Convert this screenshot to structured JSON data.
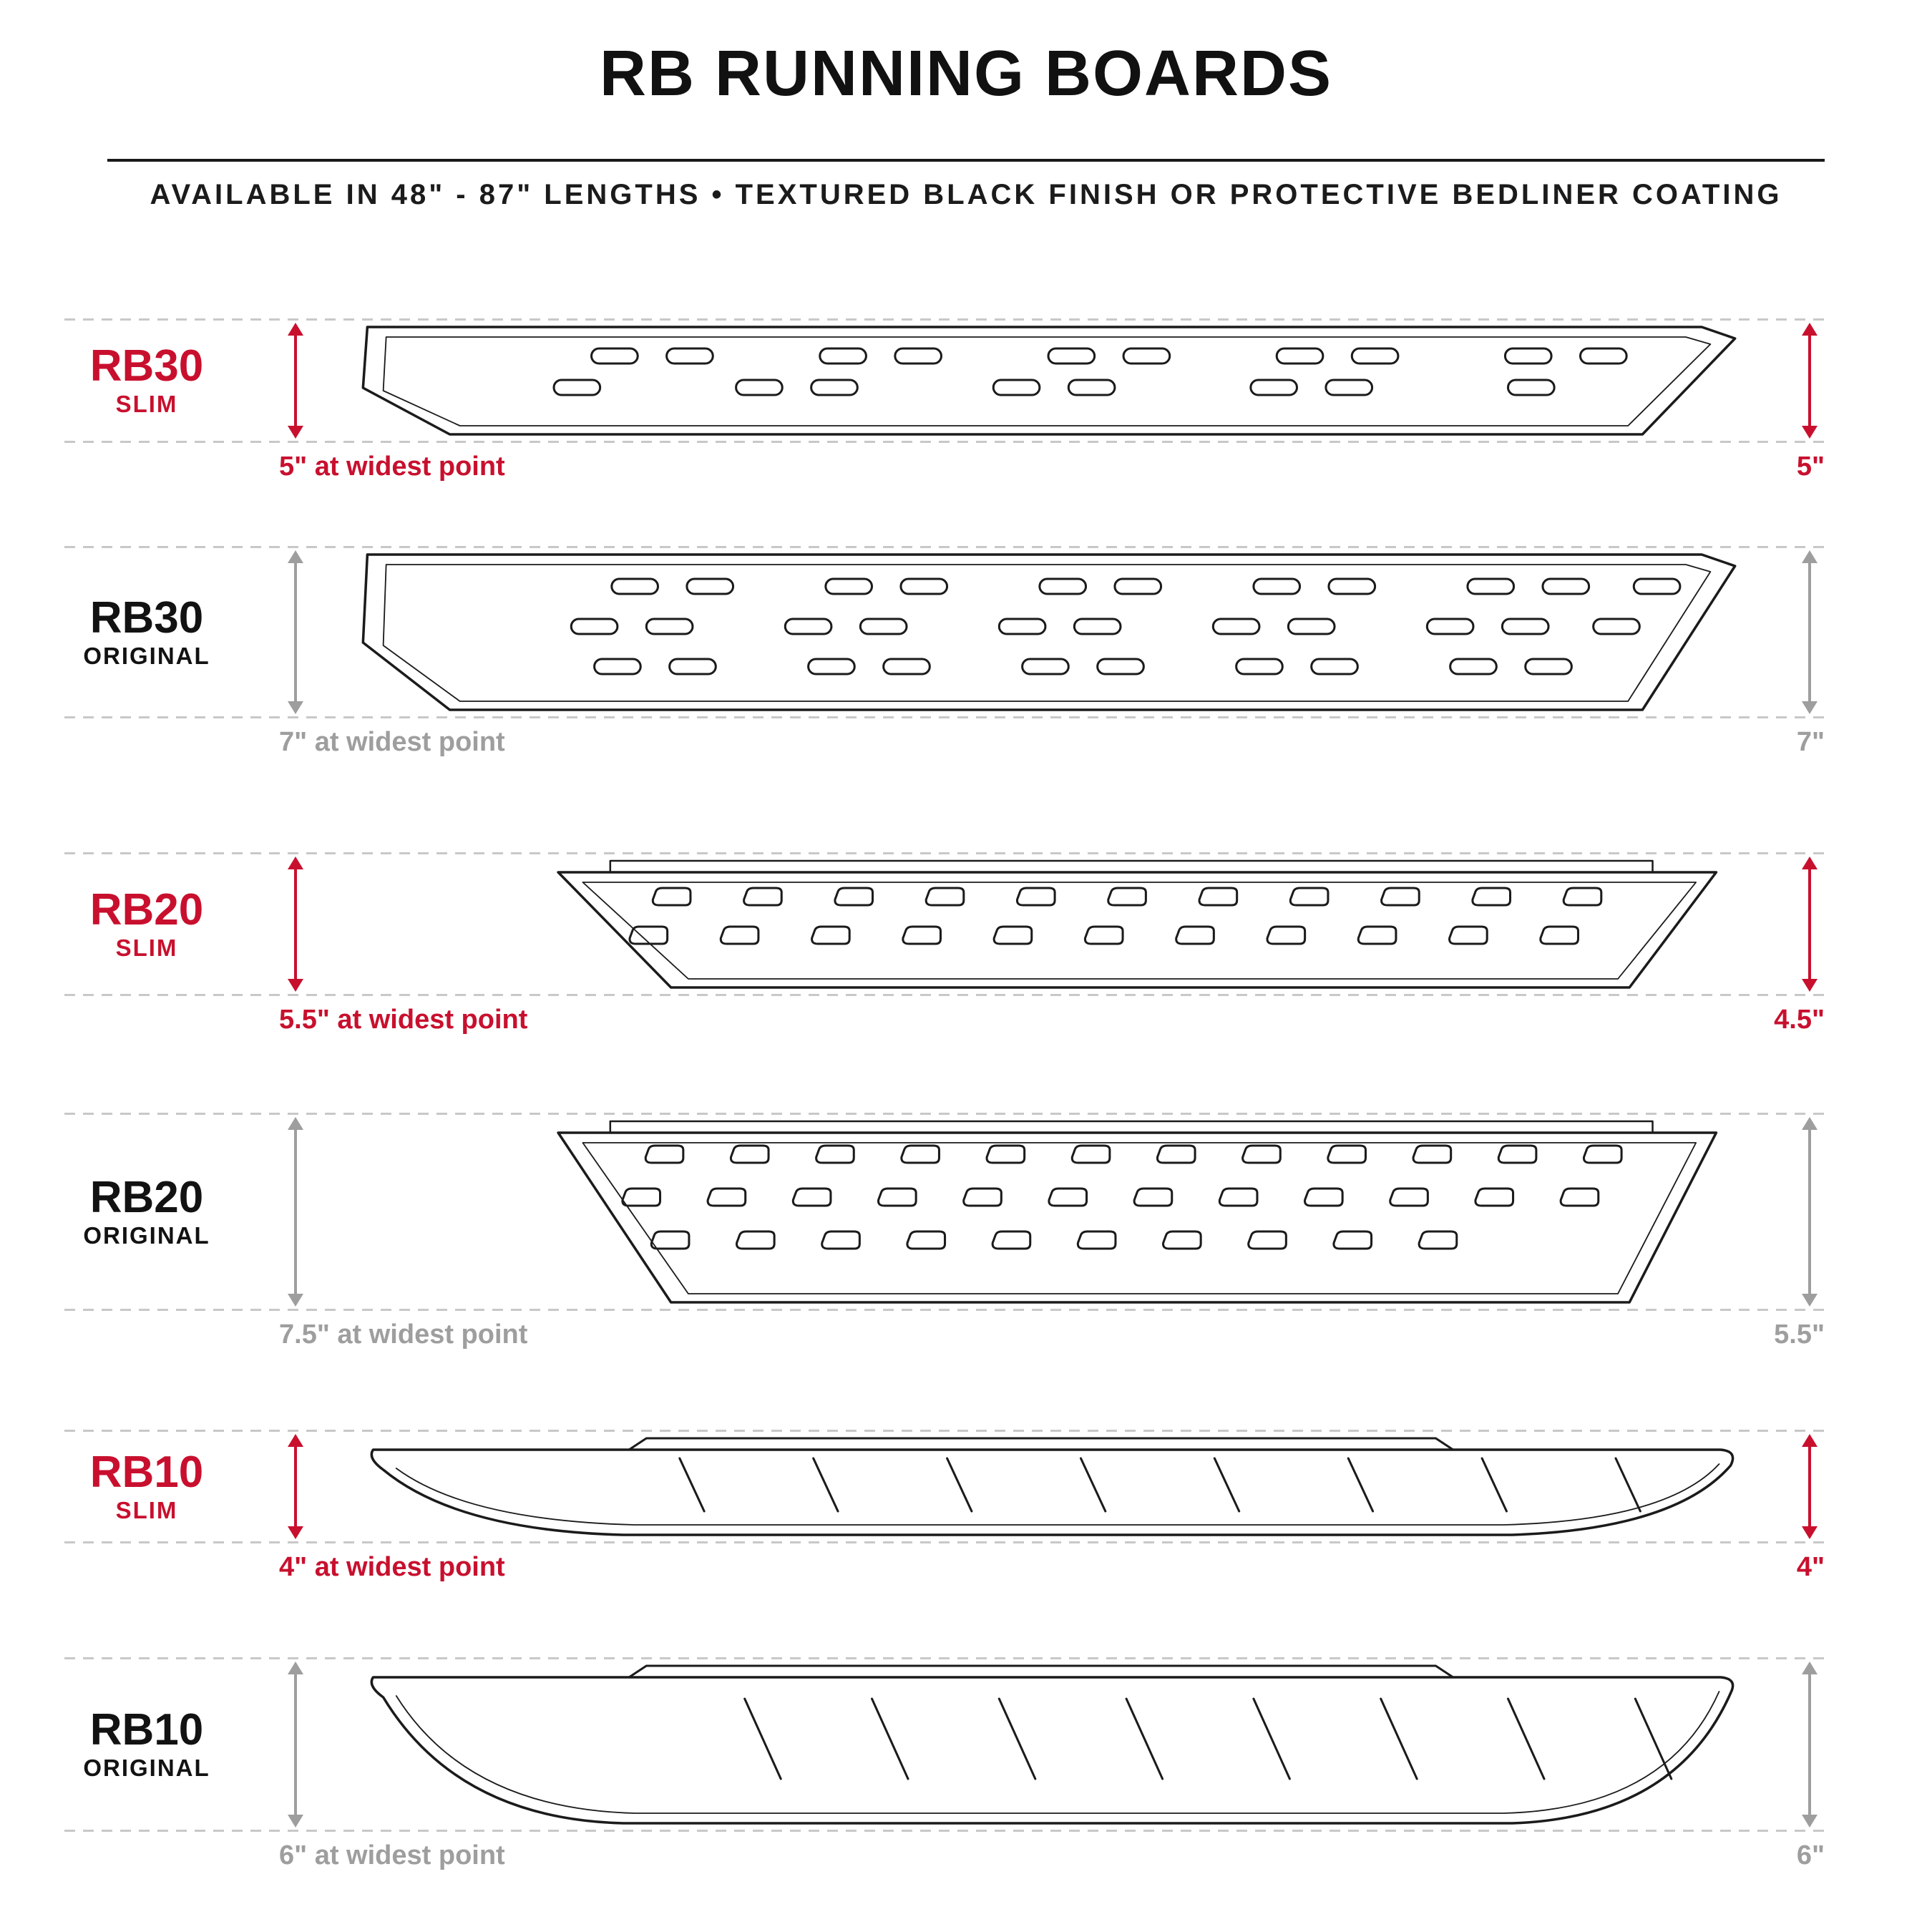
{
  "header": {
    "title": "RB RUNNING BOARDS",
    "subtitle": "AVAILABLE IN 48\" - 87\" LENGTHS  •  TEXTURED BLACK FINISH OR PROTECTIVE BEDLINER COATING"
  },
  "colors": {
    "accent_red": "#C8102E",
    "accent_gray": "#9E9E9E",
    "line_dark": "#1B1B1B"
  },
  "boards": [
    {
      "model": "RB30",
      "variant": "SLIM",
      "accent": "red",
      "width_note": "5\" at widest point",
      "height_note": "5\""
    },
    {
      "model": "RB30",
      "variant": "ORIGINAL",
      "accent": "gray",
      "width_note": "7\" at widest point",
      "height_note": "7\""
    },
    {
      "model": "RB20",
      "variant": "SLIM",
      "accent": "red",
      "width_note": "5.5\" at widest point",
      "height_note": "4.5\""
    },
    {
      "model": "RB20",
      "variant": "ORIGINAL",
      "accent": "gray",
      "width_note": "7.5\" at widest point",
      "height_note": "5.5\""
    },
    {
      "model": "RB10",
      "variant": "SLIM",
      "accent": "red",
      "width_note": "4\" at widest point",
      "height_note": "4\""
    },
    {
      "model": "RB10",
      "variant": "ORIGINAL",
      "accent": "gray",
      "width_note": "6\" at widest point",
      "height_note": "6\""
    }
  ]
}
